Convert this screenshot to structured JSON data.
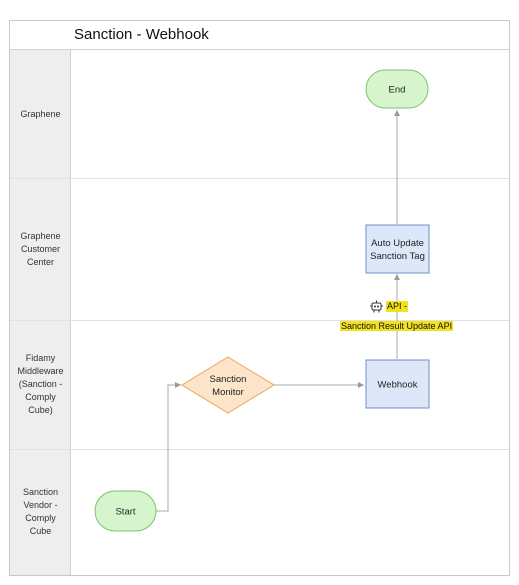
{
  "diagram": {
    "title": "Sanction - Webhook",
    "lanes": [
      {
        "label": "Graphene"
      },
      {
        "label": "Graphene\nCustomer\nCenter"
      },
      {
        "label": "Fidamy\nMiddleware\n(Sanction -\nComply\nCube)"
      },
      {
        "label": "Sanction\nVendor -\nComply\nCube"
      }
    ],
    "nodes": {
      "start": {
        "label": "Start",
        "shape": "rounded",
        "color": "#d6f5cd"
      },
      "sanction_monitor": {
        "label_line1": "Sanction",
        "label_line2": "Monitor",
        "shape": "diamond",
        "color": "#fde5c9"
      },
      "webhook": {
        "label": "Webhook",
        "shape": "rect",
        "color": "#dce7f9"
      },
      "auto_update": {
        "label_line1": "Auto Update",
        "label_line2": "Sanction Tag",
        "shape": "rect",
        "color": "#dce7f9"
      },
      "end": {
        "label": "End",
        "shape": "rounded",
        "color": "#d6f5cd"
      }
    },
    "connector_label": {
      "icon": "robot-icon",
      "line1": "API -",
      "line2": "Sanction Result Update API",
      "highlight_color": "#f2e21c"
    },
    "edges": [
      {
        "from": "start",
        "to": "sanction_monitor"
      },
      {
        "from": "sanction_monitor",
        "to": "webhook"
      },
      {
        "from": "webhook",
        "to": "auto_update"
      },
      {
        "from": "auto_update",
        "to": "end"
      }
    ]
  }
}
